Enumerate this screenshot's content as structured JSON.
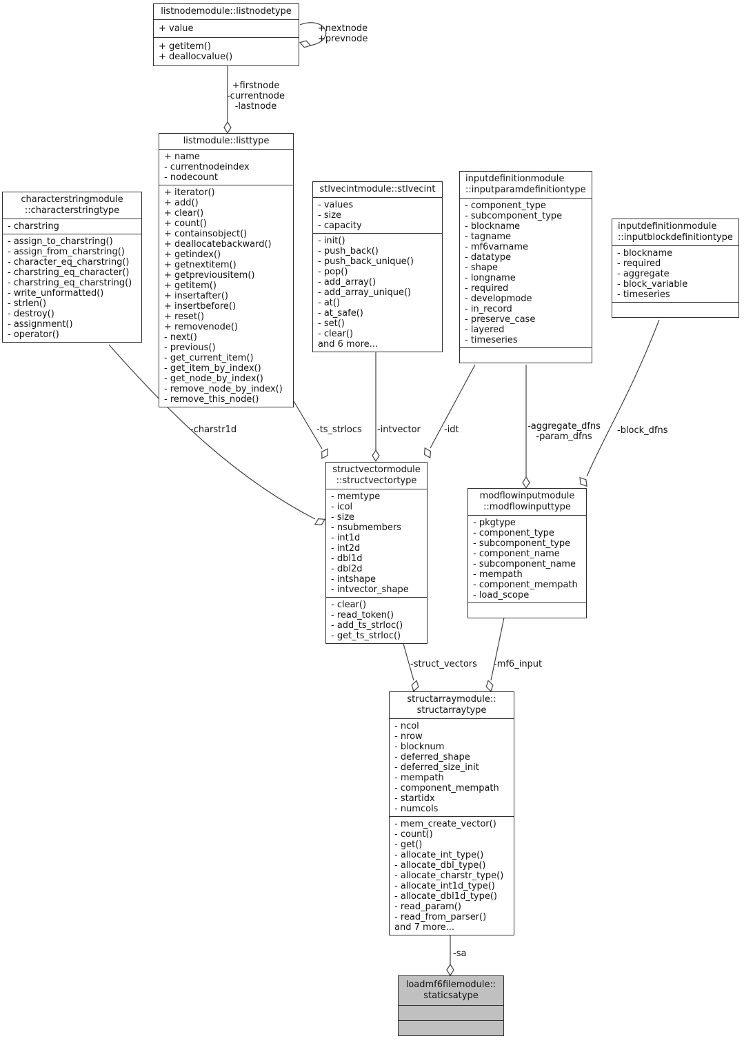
{
  "diagram": {
    "type": "uml-collaboration-diagram",
    "colors": {
      "node_fill": "#ffffff",
      "current_node_fill": "#c0c0c0",
      "border": "#2e2e2e",
      "edge": "#404040"
    },
    "classes": [
      {
        "title": "listnodemodule::listnodetype",
        "attributes": [
          "+ value"
        ],
        "methods": [
          "+ getitem()",
          "+ deallocvalue()"
        ]
      },
      {
        "title": "listmodule::listtype",
        "attributes": [
          "+ name",
          "- currentnodeindex",
          "- nodecount"
        ],
        "methods": [
          "+ iterator()",
          "+ add()",
          "+ clear()",
          "+ count()",
          "+ containsobject()",
          "+ deallocatebackward()",
          "+ getindex()",
          "+ getnextitem()",
          "+ getpreviousitem()",
          "+ getitem()",
          "+ insertafter()",
          "+ insertbefore()",
          "+ reset()",
          "+ removenode()",
          "- next()",
          "- previous()",
          "- get_current_item()",
          "- get_item_by_index()",
          "- get_node_by_index()",
          "- remove_node_by_index()",
          "- remove_this_node()"
        ]
      },
      {
        "title": "characterstringmodule\n::characterstringtype",
        "attributes": [
          "- charstring"
        ],
        "methods": [
          "- assign_to_charstring()",
          "- assign_from_charstring()",
          "- character_eq_charstring()",
          "- charstring_eq_character()",
          "- charstring_eq_charstring()",
          "- write_unformatted()",
          "- strlen()",
          "- destroy()",
          "- assignment()",
          "- operator()"
        ]
      },
      {
        "title": "stlvecintmodule::stlvecint",
        "attributes": [
          "- values",
          "- size",
          "- capacity"
        ],
        "methods": [
          "- init()",
          "- push_back()",
          "- push_back_unique()",
          "- pop()",
          "- add_array()",
          "- add_array_unique()",
          "- at()",
          "- at_safe()",
          "- set()",
          "- clear()",
          "and 6 more..."
        ]
      },
      {
        "title": "inputdefinitionmodule\n::inputparamdefinitiontype",
        "attributes": [
          "- component_type",
          "- subcomponent_type",
          "- blockname",
          "- tagname",
          "- mf6varname",
          "- datatype",
          "- shape",
          "- longname",
          "- required",
          "- developmode",
          "- in_record",
          "- preserve_case",
          "- layered",
          "- timeseries"
        ],
        "methods": []
      },
      {
        "title": "inputdefinitionmodule\n::inputblockdefinitiontype",
        "attributes": [
          "- blockname",
          "- required",
          "- aggregate",
          "- block_variable",
          "- timeseries"
        ],
        "methods": []
      },
      {
        "title": "structvectormodule\n::structvectortype",
        "attributes": [
          "- memtype",
          "- icol",
          "- size",
          "- nsubmembers",
          "- int1d",
          "- int2d",
          "- dbl1d",
          "- dbl2d",
          "- intshape",
          "- intvector_shape"
        ],
        "methods": [
          "- clear()",
          "- read_token()",
          "- add_ts_strloc()",
          "- get_ts_strloc()"
        ]
      },
      {
        "title": "modflowinputmodule\n::modflowinputtype",
        "attributes": [
          "- pkgtype",
          "- component_type",
          "- subcomponent_type",
          "- component_name",
          "- subcomponent_name",
          "- mempath",
          "- component_mempath",
          "- load_scope"
        ],
        "methods": []
      },
      {
        "title": "structarraymodule::\nstructarraytype",
        "attributes": [
          "- ncol",
          "- nrow",
          "- blocknum",
          "- deferred_shape",
          "- deferred_size_init",
          "- mempath",
          "- component_mempath",
          "- startidx",
          "- numcols"
        ],
        "methods": [
          "- mem_create_vector()",
          "- count()",
          "- get()",
          "- allocate_int_type()",
          "- allocate_dbl_type()",
          "- allocate_charstr_type()",
          "- allocate_int1d_type()",
          "- allocate_dbl1d_type()",
          "- read_param()",
          "- read_from_parser()",
          "and 7 more..."
        ]
      },
      {
        "title": "loadmf6filemodule::\nstaticsatype",
        "attributes": [],
        "methods": []
      }
    ],
    "edges": {
      "next_prev": "+nextnode\n+prevnode",
      "first_current_last": "+firstnode\n-currentnode\n-lastnode",
      "charstr1d": "-charstr1d",
      "ts_strlocs": "-ts_strlocs",
      "intvector": "-intvector",
      "idt": "-idt",
      "aggregate_param_dfns": "-aggregate_dfns\n-param_dfns",
      "block_dfns": "-block_dfns",
      "struct_vectors": "-struct_vectors",
      "mf6_input": "-mf6_input",
      "sa": "-sa"
    }
  }
}
